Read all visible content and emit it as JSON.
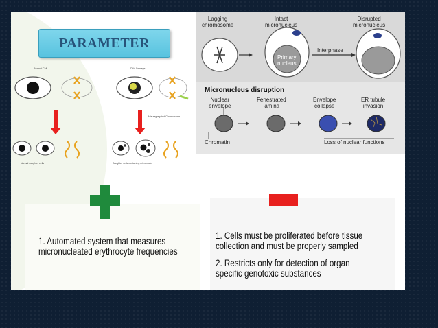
{
  "slide": {
    "heading": "PARAMETER",
    "figure_labels": {
      "normal_cell": "Normal Cell",
      "dna_damage": "DNA Damage",
      "bin_segregated": "Mis-segregated Chromosome",
      "normal_daughter": "Normal daughter cells",
      "daughter_micronucleus": "Daughter cells containing micronuclei"
    },
    "diagram": {
      "top_labels": {
        "lagging": "Lagging\nchromosome",
        "intact": "Intact\nmicronucleus",
        "disrupted": "Disrupted\nmicronucleus",
        "interphase": "Interphase",
        "primary_nucleus": "Primary\nnucleus"
      },
      "section_title": "Micronucleus disruption",
      "stage_labels": [
        "Nuclear\nenvelope",
        "Fenestrated\nlamina",
        "Envelope\ncollapse",
        "ER tubule\ninvasion"
      ],
      "chromatin": "Chromatin",
      "loss": "Loss of nuclear functions"
    },
    "advantages": {
      "symbol": "plus",
      "items": [
        "1. Automated system that measures\nmicronucleated erythrocyte frequencies"
      ]
    },
    "disadvantages": {
      "symbol": "minus",
      "items": [
        "1. Cells must be proliferated before tissue\ncollection and must be properly sampled",
        "2. Restricts only for detection of organ\nspecific genotoxic substances"
      ]
    },
    "colors": {
      "plus": "#1f8a3c",
      "minus": "#e8201e",
      "heading_bg": "#6fd0e8",
      "background": "#0f1f33"
    }
  }
}
